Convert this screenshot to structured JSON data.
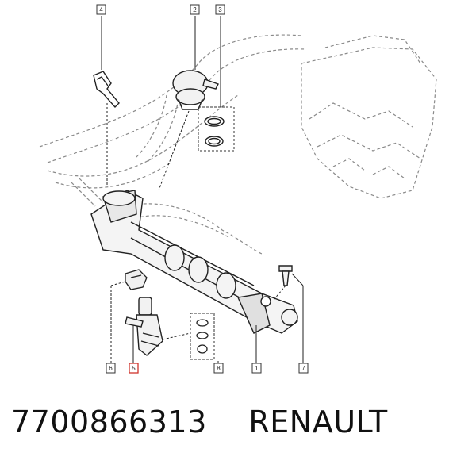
{
  "diagram": {
    "callouts": [
      {
        "label": "4"
      },
      {
        "label": "2"
      },
      {
        "label": "3"
      },
      {
        "label": "6"
      },
      {
        "label": "5"
      },
      {
        "label": "8"
      },
      {
        "label": "1"
      },
      {
        "label": "7"
      }
    ],
    "highlight_color": "#d0342c",
    "line_color": "#333333",
    "ghost_color": "#999999"
  },
  "caption": {
    "part_number": "7700866313",
    "brand": "RENAULT"
  }
}
